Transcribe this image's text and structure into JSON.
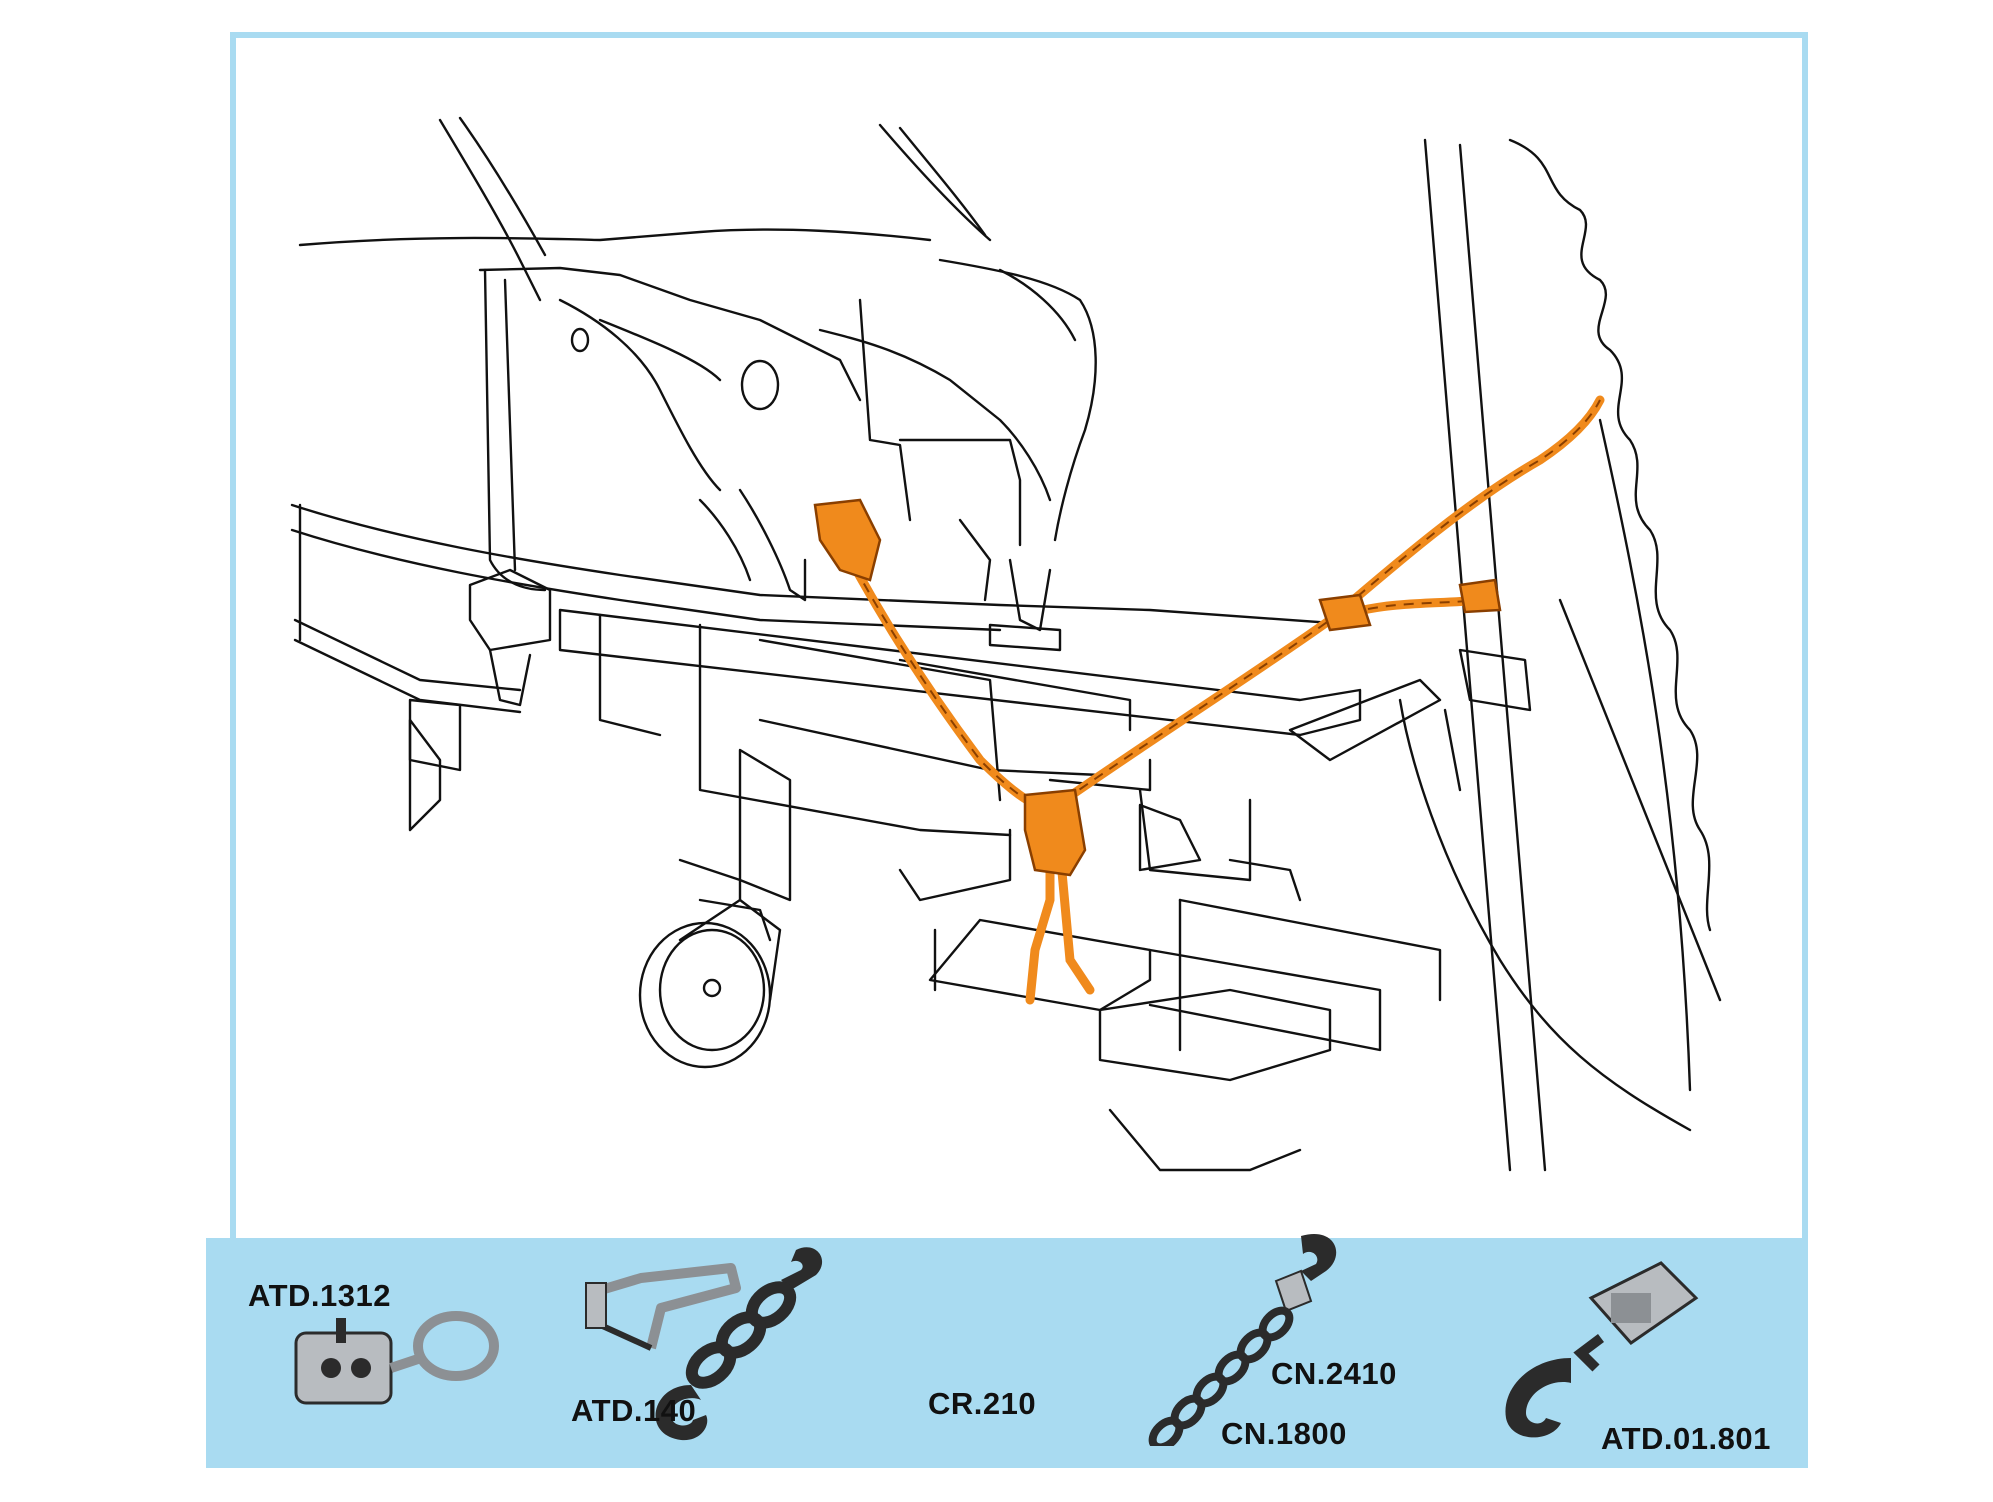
{
  "colors": {
    "frame": "#a9dbf1",
    "band": "#a9dbf1",
    "line": "#111111",
    "chain": "#f08a1c",
    "chain_dark": "#8a3f00",
    "tool_dark": "#2b2b2b",
    "tool_metal": "#b8bcc0"
  },
  "parts": [
    {
      "id": "atd1312",
      "label": "ATD.1312",
      "icon": "pull-clamp-ring-icon"
    },
    {
      "id": "atd140",
      "label": "ATD.140",
      "icon": "strap-bracket-icon"
    },
    {
      "id": "cr210",
      "label": "CR.210",
      "icon": "double-hook-chain-icon"
    },
    {
      "id": "cn2410",
      "label": "CN.2410",
      "icon": "chain-with-hook-icon"
    },
    {
      "id": "cn1800",
      "label": "CN.1800",
      "icon": "chain-icon"
    },
    {
      "id": "atd01801",
      "label": "ATD.01.801",
      "icon": "clamp-hook-icon"
    }
  ]
}
